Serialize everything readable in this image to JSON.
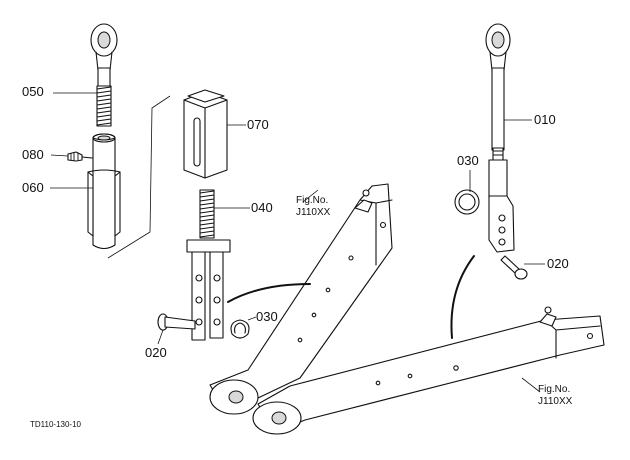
{
  "parts": {
    "p050": "050",
    "p080": "080",
    "p060": "060",
    "p070": "070",
    "p040": "040",
    "p020_left": "020",
    "p030_left": "030",
    "p010": "010",
    "p030_right": "030",
    "p020_right": "020"
  },
  "figrefs": {
    "left": {
      "line1": "Fig.No.",
      "line2": "J110XX"
    },
    "right": {
      "line1": "Fig.No.",
      "line2": "J110XX"
    }
  },
  "drawing_code": "TD110-130-10"
}
